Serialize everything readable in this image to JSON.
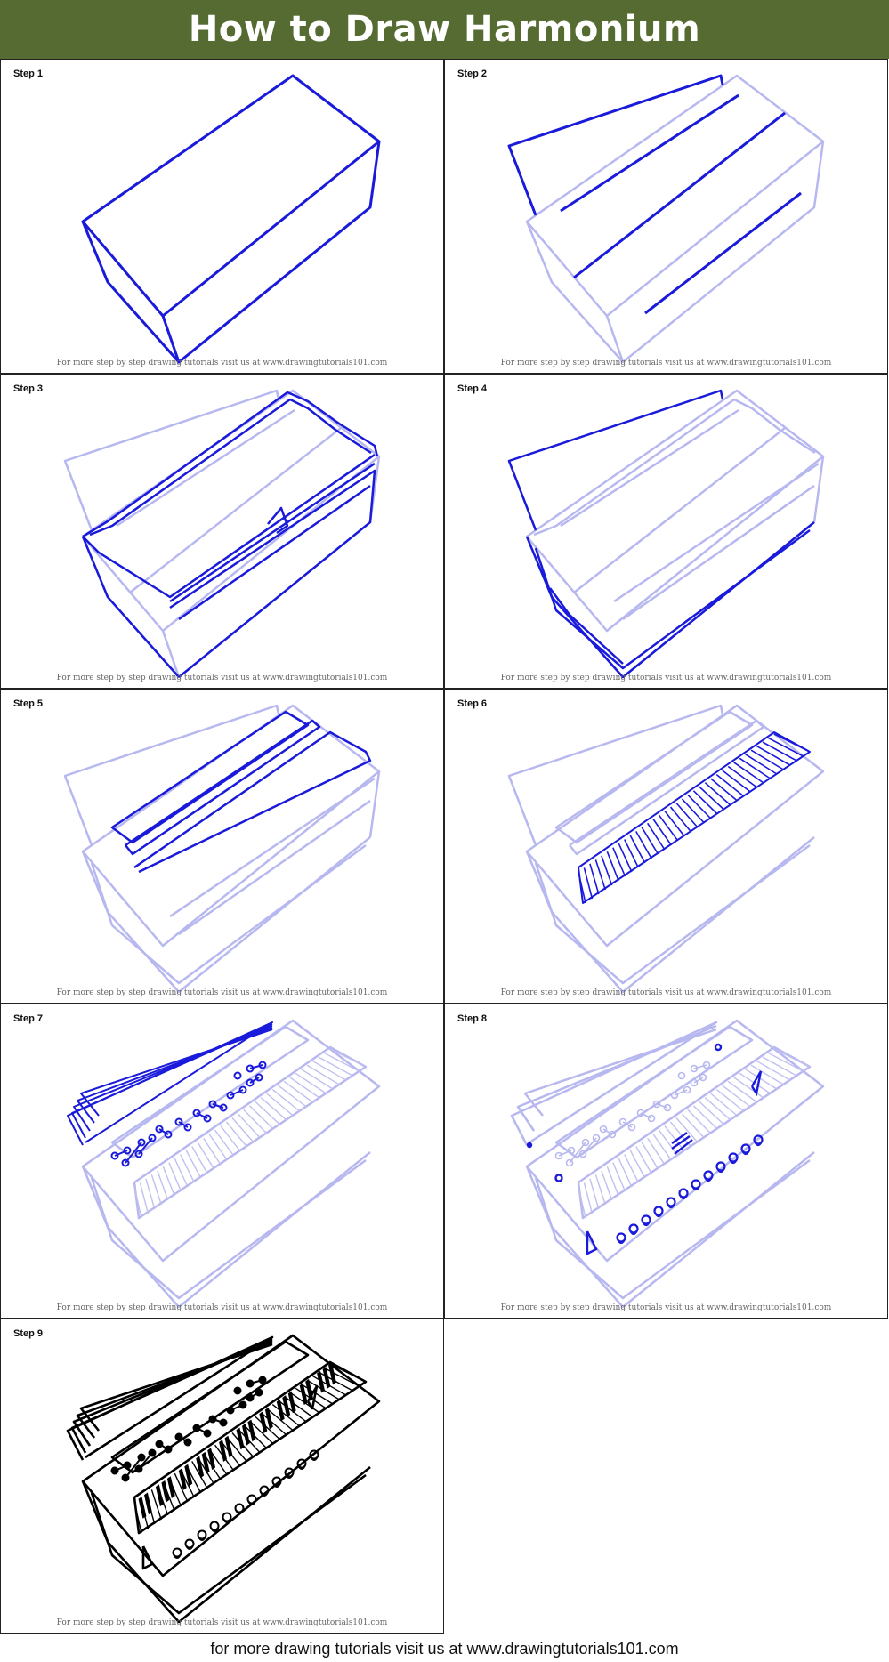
{
  "title": "How to Draw Harmonium",
  "steps": [
    {
      "label": "Step 1",
      "credit": "For more step by step drawing tutorials visit us at www.drawingtutorials101.com"
    },
    {
      "label": "Step 2",
      "credit": "For more step by step drawing tutorials visit us at www.drawingtutorials101.com"
    },
    {
      "label": "Step 3",
      "credit": "For more step by step drawing tutorials visit us at www.drawingtutorials101.com"
    },
    {
      "label": "Step 4",
      "credit": "For more step by step drawing tutorials visit us at www.drawingtutorials101.com"
    },
    {
      "label": "Step 5",
      "credit": "For more step by step drawing tutorials visit us at www.drawingtutorials101.com"
    },
    {
      "label": "Step 6",
      "credit": "For more step by step drawing tutorials visit us at www.drawingtutorials101.com"
    },
    {
      "label": "Step 7",
      "credit": "For more step by step drawing tutorials visit us at www.drawingtutorials101.com"
    },
    {
      "label": "Step 8",
      "credit": "For more step by step drawing tutorials visit us at www.drawingtutorials101.com"
    },
    {
      "label": "Step 9",
      "credit": "For more step by step drawing tutorials visit us at www.drawingtutorials101.com"
    }
  ],
  "footer": "for more drawing tutorials visit us at www.drawingtutorials101.com",
  "colors": {
    "header_bg": "#566b32",
    "new_stroke": "#1a1adb",
    "old_stroke": "#b8b8f0",
    "final_stroke": "#000000"
  }
}
